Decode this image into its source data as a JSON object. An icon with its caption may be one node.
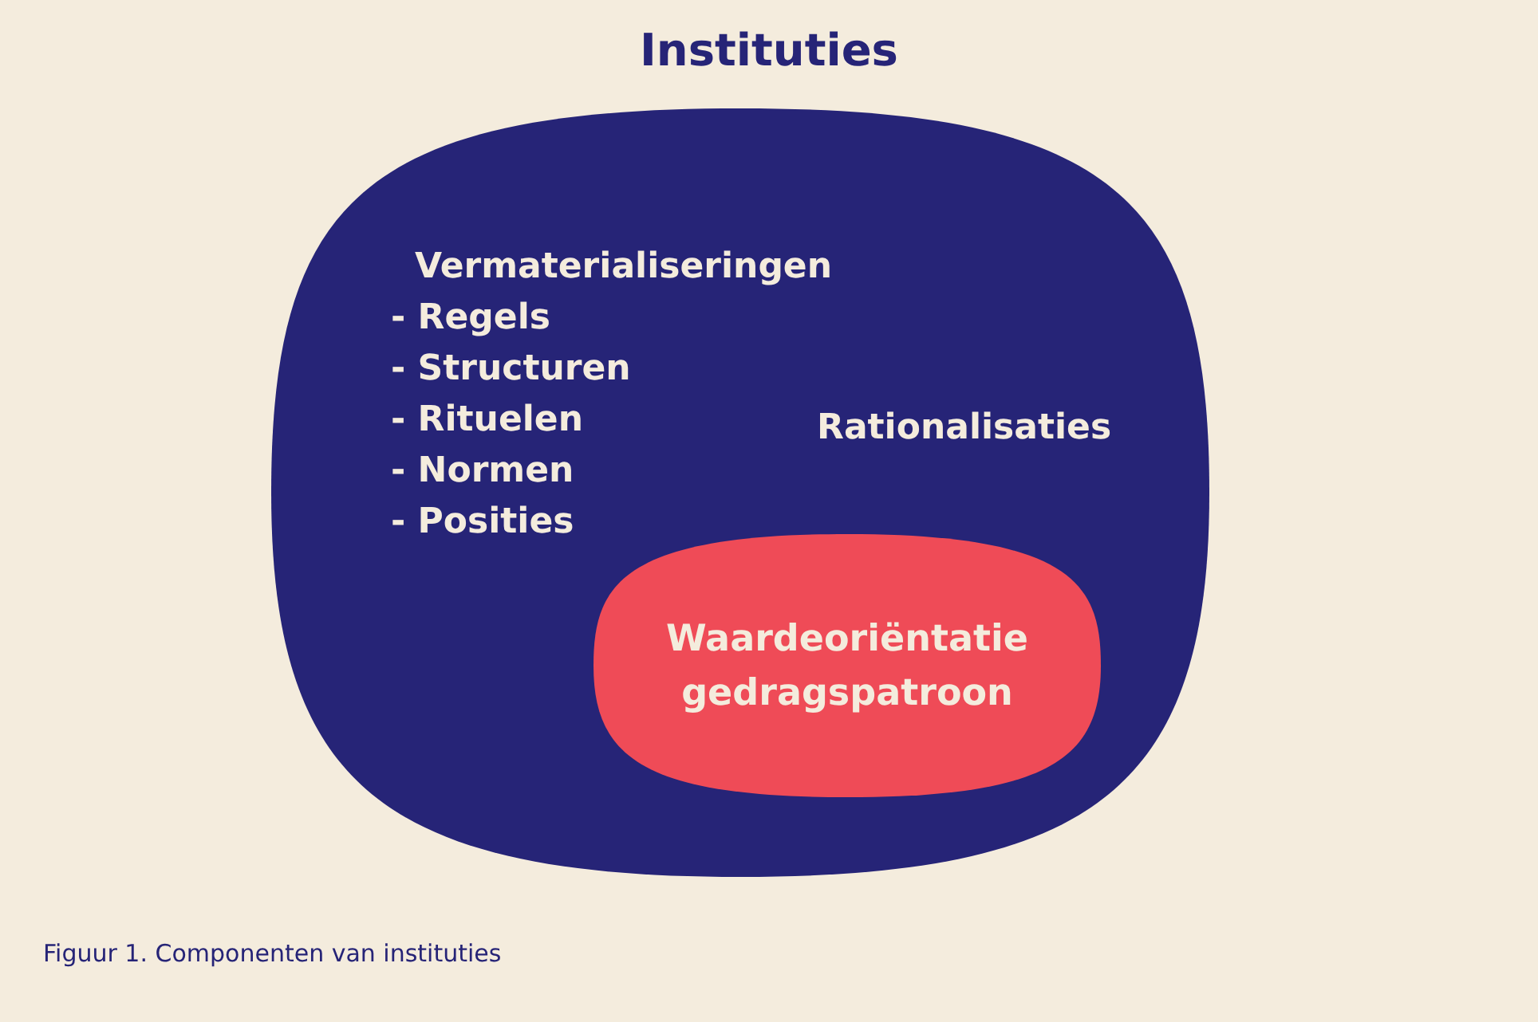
{
  "diagram": {
    "title": "Instituties",
    "caption": "Figuur 1. Componenten van instituties",
    "nodes": [
      {
        "text": [
          "Vermaterialiseringen",
          "- Regels",
          "- Structuren",
          "- Rituelen",
          "- Normen",
          "- Posities",
          "Rationalisaties"
        ]
      },
      {
        "text": [
          "Waardeoriëntatie gedragspatroon"
        ],
        "in": 0
      }
    ],
    "edges": []
  }
}
